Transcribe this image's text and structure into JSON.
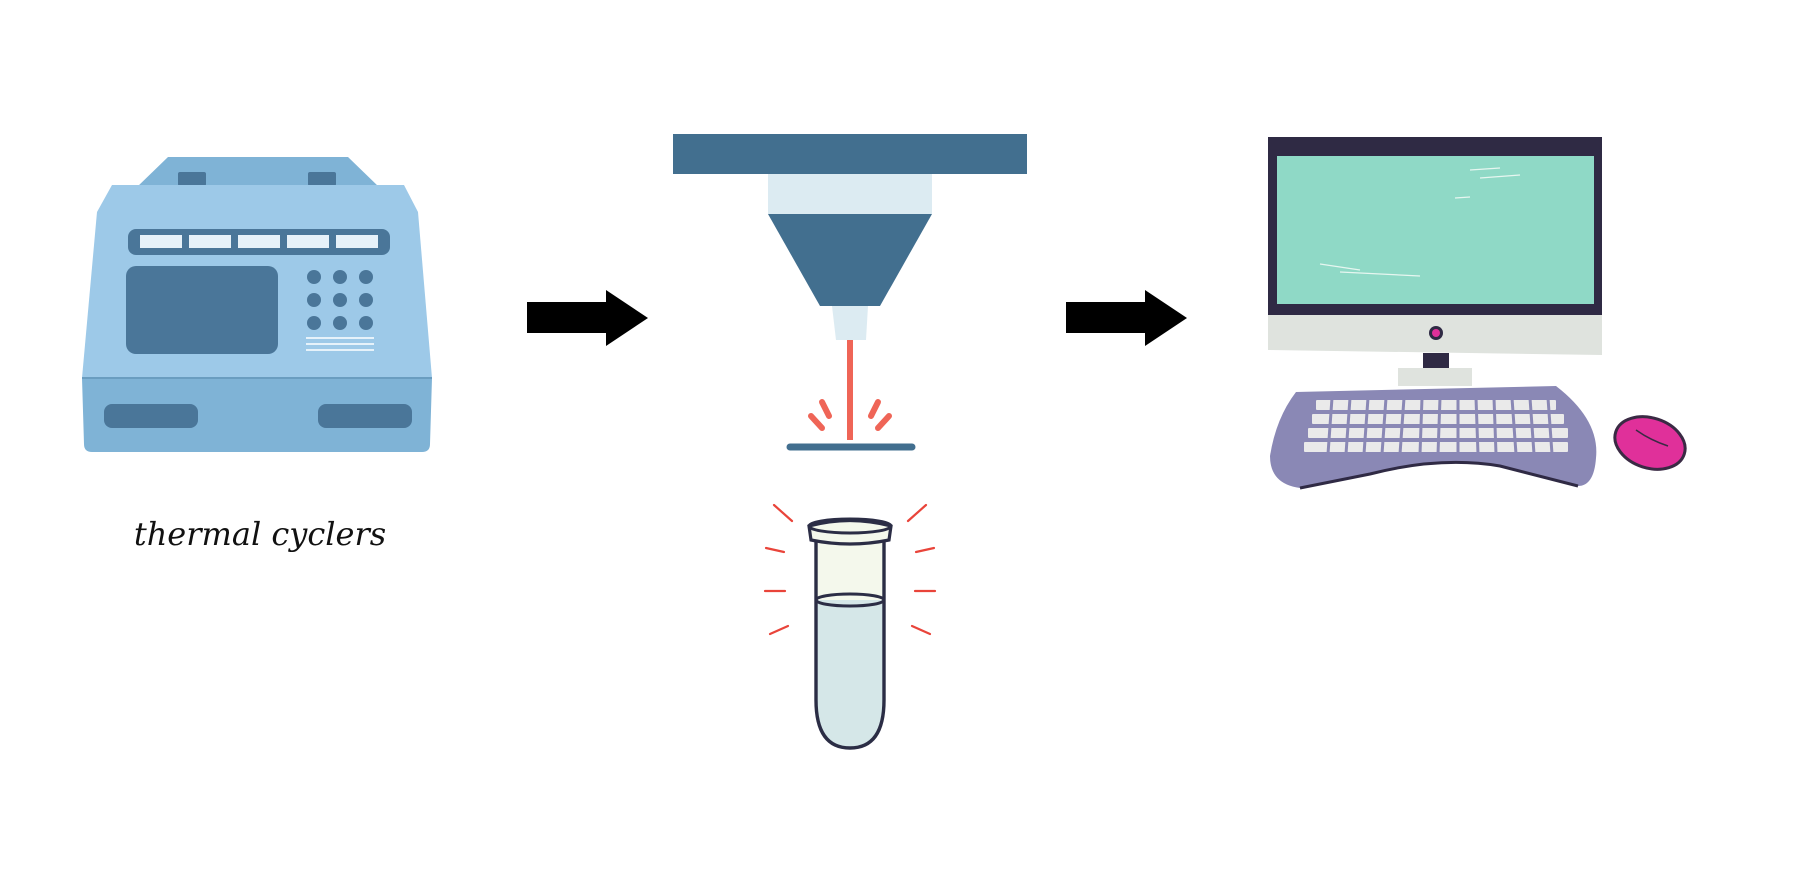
{
  "diagram": {
    "steps": [
      {
        "id": "thermal-cycler",
        "icon": "thermal-cycler-icon",
        "label": "thermal cyclers"
      },
      {
        "id": "laser-detector",
        "icon": "laser-emitter-icon",
        "label": ""
      },
      {
        "id": "sample-tube",
        "icon": "glowing-test-tube-icon",
        "label": ""
      },
      {
        "id": "computer",
        "icon": "desktop-computer-icon",
        "label": ""
      }
    ],
    "arrows": [
      "right-arrow-icon",
      "right-arrow-icon"
    ]
  },
  "colors": {
    "cycler_light": "#9dc9e8",
    "cycler_mid": "#7fb3d6",
    "cycler_dark": "#4a7699",
    "laser_slate": "#426f8f",
    "laser_beam": "#ef6557",
    "screen": "#8fd9c6",
    "keyboard": "#8a88b5",
    "mouse": "#e0309a",
    "tube_outline": "#2b2d45"
  }
}
